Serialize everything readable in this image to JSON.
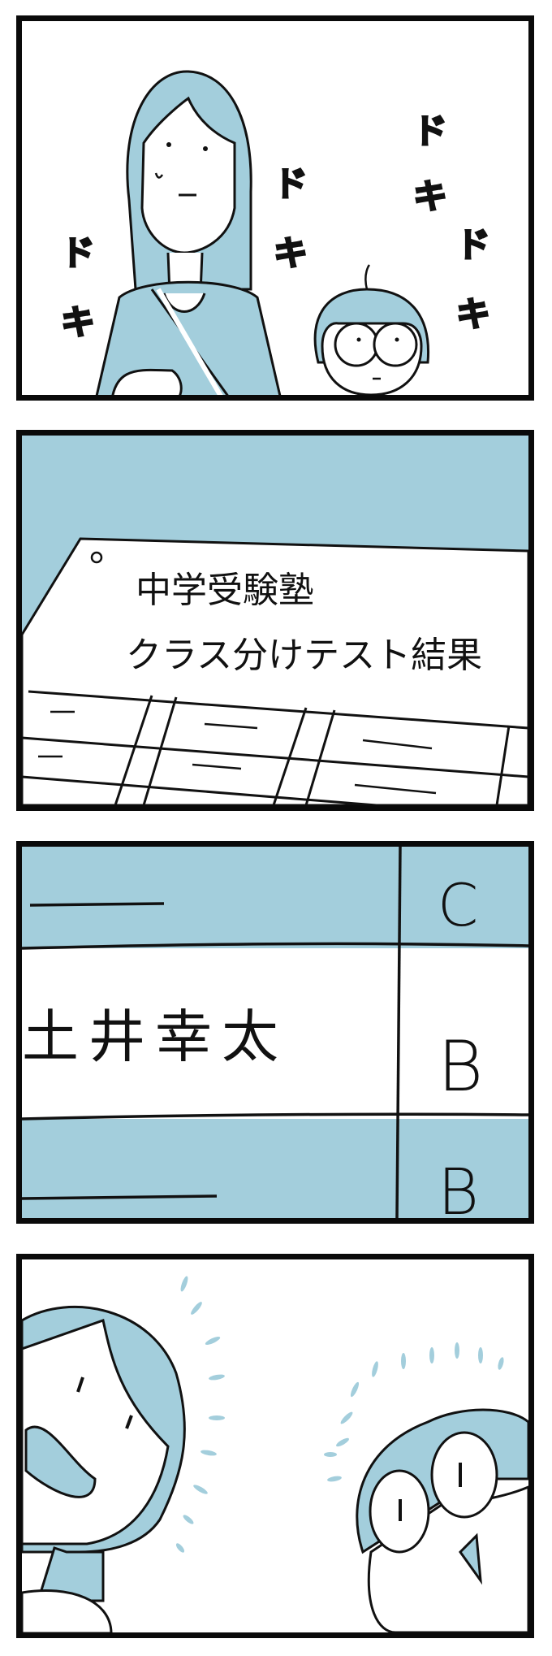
{
  "comic": {
    "format": "4-panel vertical manga (yonkoma)",
    "colors": {
      "accent_blue": "#A3CEDC",
      "ink": "#0a0a0a",
      "paper": "#ffffff"
    },
    "panels": [
      {
        "id": 1,
        "description": "Mother and bespectacled son stand nervously",
        "sfx": [
          "ドキ",
          "ドキ",
          "ドキ",
          "ドキ"
        ],
        "sfx_chars": {
          "do": "ド",
          "ki": "キ"
        }
      },
      {
        "id": 2,
        "description": "Posted results sheet",
        "sheet_title_line1": "中学受験塾",
        "sheet_title_line2": "クラス分けテスト結果"
      },
      {
        "id": 3,
        "description": "Close-up of results table",
        "rows": [
          {
            "name": "",
            "grade": "C"
          },
          {
            "name": "土井幸太",
            "grade": "B"
          },
          {
            "name": "",
            "grade": "B"
          }
        ]
      },
      {
        "id": 4,
        "description": "Mother and son react with surprise"
      }
    ]
  }
}
